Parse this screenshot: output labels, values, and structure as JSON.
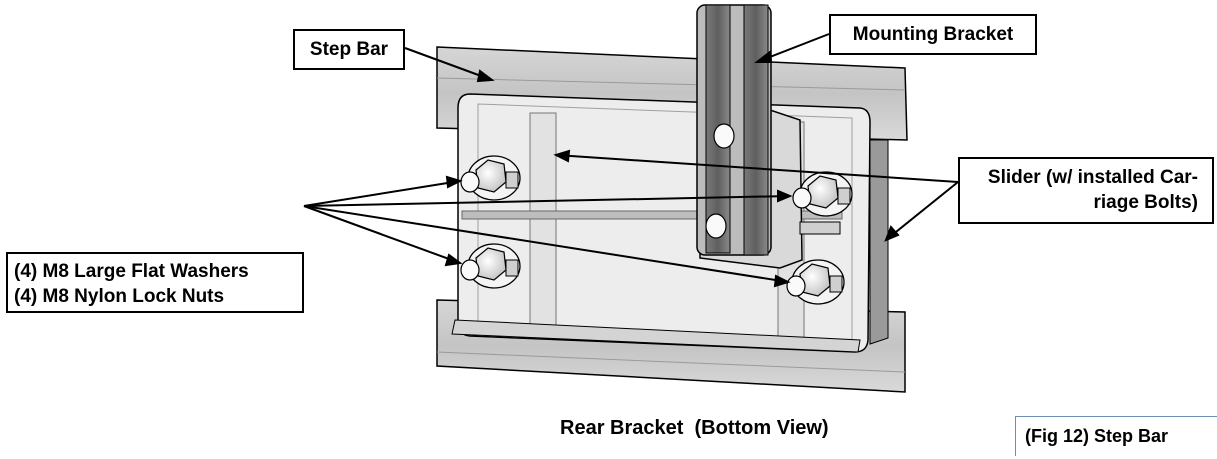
{
  "labels": {
    "step_bar": "Step Bar",
    "mounting_bracket": "Mounting Bracket",
    "slider_line1": "Slider (w/ installed Car-",
    "slider_line2": "riage Bolts)",
    "hardware_line1": "(4) M8 Large Flat Washers",
    "hardware_line2": "(4) M8 Nylon Lock Nuts"
  },
  "caption": "Rear Bracket  (Bottom View)",
  "figure_label": "(Fig 12) Step Bar",
  "colors": {
    "metal_light": "#e6e6e6",
    "metal_mid": "#c9c9c9",
    "metal_dark": "#8a8a8a",
    "bracket_dark": "#6f6f6f",
    "outline": "#000000",
    "figure_border": "#6b8fb5"
  }
}
